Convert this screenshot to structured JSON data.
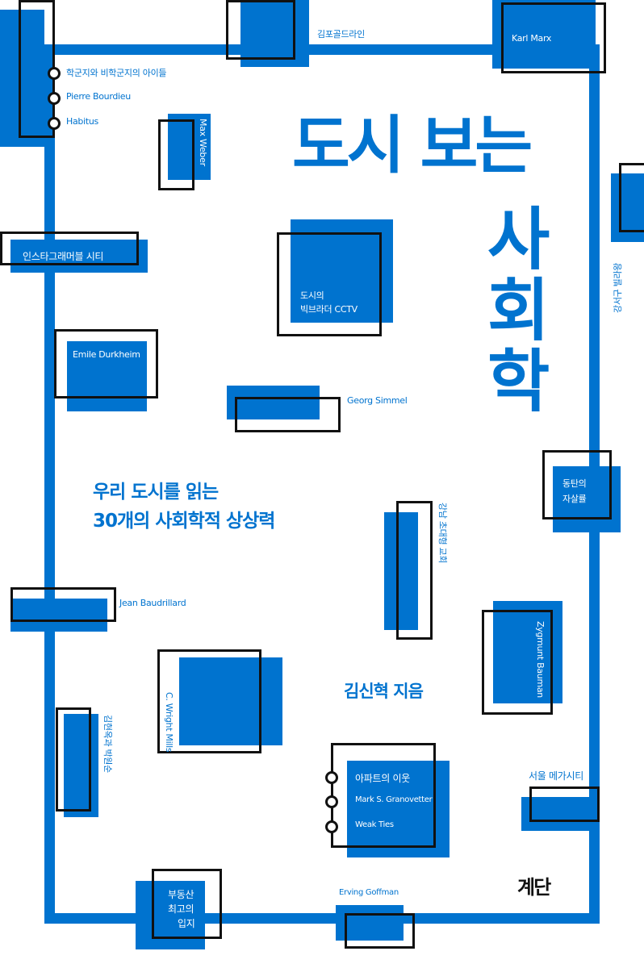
{
  "title": {
    "line1": "도시 보는",
    "chars": [
      "사",
      "회",
      "학"
    ]
  },
  "subtitle": {
    "line1": "우리 도시를 읽는",
    "line2": "30개의 사회학적 상상력"
  },
  "author": "김신혁 지음",
  "publisher": "계단",
  "labels": {
    "school": "학군지와 비학군지의 아이들",
    "bourdieu": "Pierre Bourdieu",
    "habitus": "Habitus",
    "gimpo": "김포골드라인",
    "marx": "Karl Marx",
    "weber": "Max Weber",
    "gangseo": "강서구 빌라왕",
    "insta": "인스타그래머블 시티",
    "cctv1": "도시의",
    "cctv2": "빅브라더 CCTV",
    "durkheim": "Emile Durkheim",
    "simmel": "Georg Simmel",
    "dongtan1": "동탄의",
    "dongtan2": "자살률",
    "church": "강남 초대형 교회",
    "baudrillard": "Jean Baudrillard",
    "bauman": "Zygmunt Bauman",
    "mills": "C. Wright Mills",
    "kim": "김현옥과 박원순",
    "apt": "아파트의 이웃",
    "granovetter": "Mark S. Granovetter",
    "weakties": "Weak Ties",
    "seoul": "서울 메가시티",
    "estate1": "부동산",
    "estate2": "최고의",
    "estate3": "입지",
    "goffman": "Erving Goffman"
  },
  "colors": {
    "blue": "#0073CF",
    "black": "#111111"
  }
}
